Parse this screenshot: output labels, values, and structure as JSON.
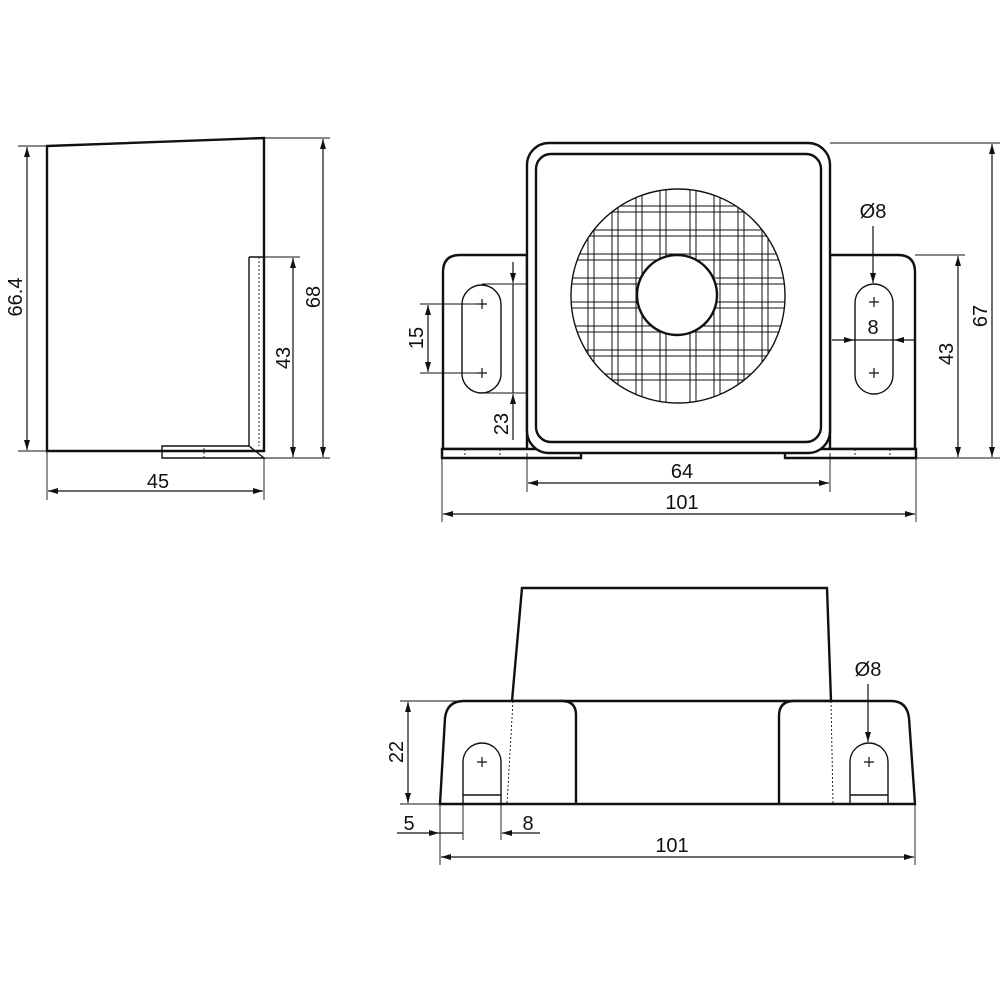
{
  "views": {
    "side": {
      "height_left": "66.4",
      "height_right": "68",
      "slot_height": "43",
      "width": "45"
    },
    "front": {
      "slot_spacing": "15",
      "slot_offset": "23",
      "hole_diameter": "Ø8",
      "slot_width": "8",
      "mount_height": "43",
      "overall_height": "67",
      "body_width": "64",
      "overall_width": "101"
    },
    "bottom": {
      "flange_height": "22",
      "hole_diameter": "Ø8",
      "edge_offset": "5",
      "slot_width": "8",
      "overall_width": "101"
    }
  }
}
